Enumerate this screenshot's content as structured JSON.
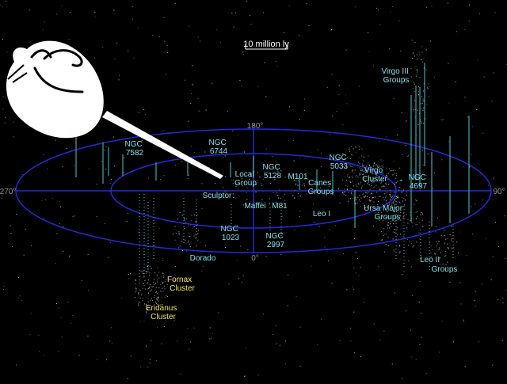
{
  "colors": {
    "background": "#000000",
    "ring": "#1f2bd8",
    "cyan_label": "#7fe0ea",
    "yellow_label": "#f0e35a",
    "white_label": "#ffffff",
    "tick_label": "#8f8f8f",
    "stalk": "#4fc3cf",
    "star": "#d8d8d8",
    "pointer_fill": "#ffffff"
  },
  "scale_bar": {
    "label": "10 million ly"
  },
  "ring_labels": {
    "deg_0": "0°",
    "deg_90": "90°",
    "deg_180": "180°",
    "deg_270": "270°"
  },
  "groups": {
    "ngc7582": [
      "NGC",
      "7582"
    ],
    "ngc6744": [
      "NGC",
      "6744"
    ],
    "local": [
      "Local",
      "Group"
    ],
    "ngc5128": [
      "NGC",
      "5128"
    ],
    "m101": [
      "M101"
    ],
    "canes": [
      "Canes",
      "Groups"
    ],
    "ngc5033": [
      "NGC",
      "5033"
    ],
    "sculptor": [
      "Sculptor"
    ],
    "maffei": [
      "Maffei"
    ],
    "m81": [
      "M81"
    ],
    "leo1": [
      "Leo I"
    ],
    "virgo_cluster": [
      "Virgo",
      "Cluster"
    ],
    "ngc4697": [
      "NGC",
      "4697"
    ],
    "ursa_major": [
      "Ursa Major",
      "Groups"
    ],
    "virgo3": [
      "Virgo III",
      "Groups"
    ],
    "ngc1023": [
      "NGC",
      "1023"
    ],
    "ngc2997": [
      "NGC",
      "2997"
    ],
    "dorado": [
      "Dorado"
    ],
    "leo2": [
      "Leo II",
      "Groups"
    ],
    "fornax": [
      "Fornax",
      "Cluster"
    ],
    "eridanus": [
      "Eridanus",
      "Cluster"
    ]
  }
}
